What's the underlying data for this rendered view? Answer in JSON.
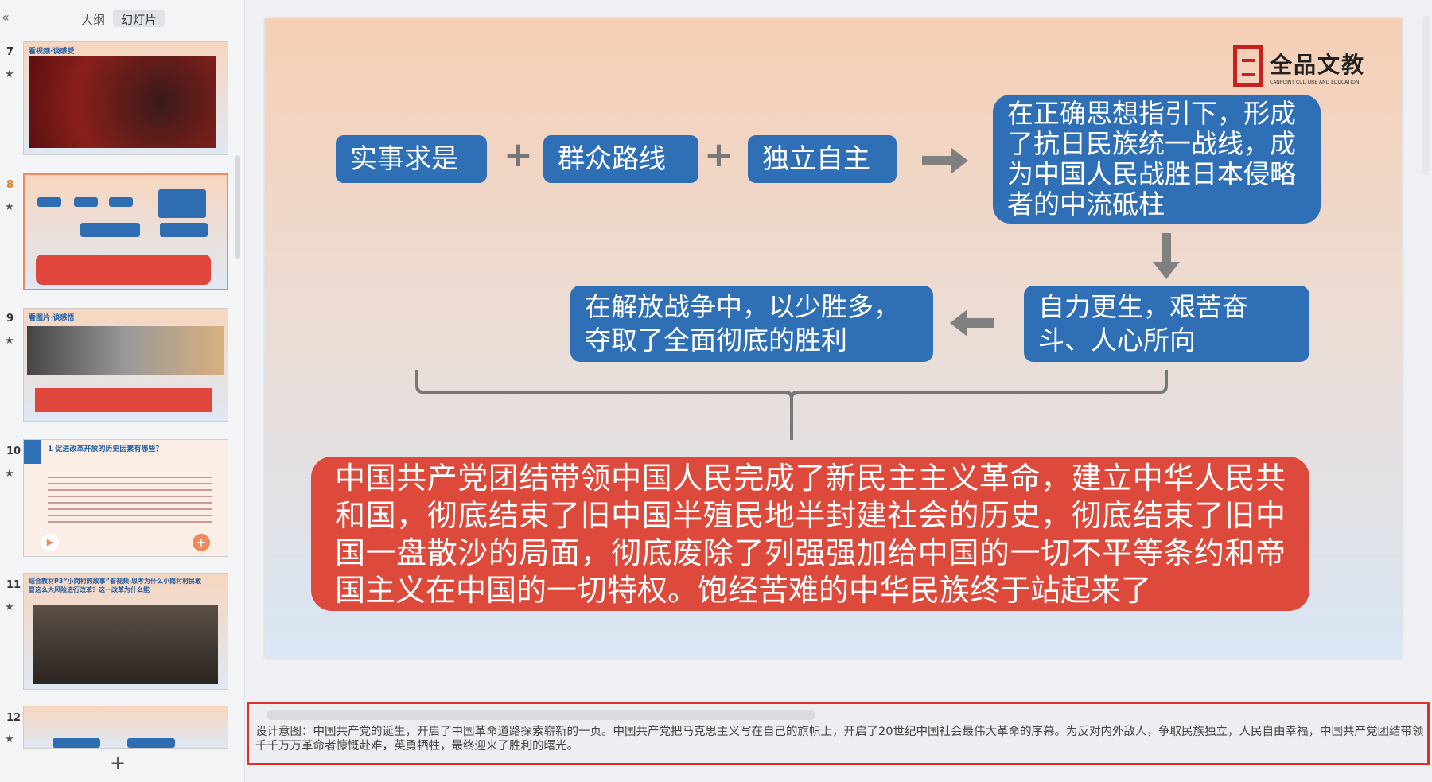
{
  "sidebar": {
    "tabs": [
      "大纲",
      "幻灯片"
    ],
    "collapse_icon": "«",
    "slides": [
      {
        "num": "7",
        "title": "看视频·谈感受"
      },
      {
        "num": "8"
      },
      {
        "num": "9",
        "title": "看图片·谈感悟"
      },
      {
        "num": "10",
        "title": "1  促进改革开放的历史因素有哪些？"
      },
      {
        "num": "11",
        "title": "结合教材P3“小岗村的故事”看视频·思考为什么小岗村村民敢冒这么大风险进行改革？这一改革为什么能"
      },
      {
        "num": "12"
      }
    ],
    "add_label": "+"
  },
  "slide": {
    "logo": {
      "name": "全品文教",
      "sub": "CANPOINT CULTURE AND EDUCATION"
    },
    "box1": "实事求是",
    "box2": "群众路线",
    "box3": "独立自主",
    "plus": "+",
    "box4": "在正确思想指引下，形成了抗日民族统一战线，成为中国人民战胜日本侵略者的中流砥柱",
    "box5": "自力更生，艰苦奋斗、人心所向",
    "box6": "在解放战争中，以少胜多，夺取了全面彻底的胜利",
    "summary": "中国共产党团结带领中国人民完成了新民主主义革命，建立中华人民共和国，彻底结束了旧中国半殖民地半封建社会的历史，彻底结束了旧中国一盘散沙的局面，彻底废除了列强强加给中国的一切不平等条约和帝国主义在中国的一切特权。饱经苦难的中华民族终于站起来了",
    "colors": {
      "blue": "#2e6fb5",
      "red": "#dd4a3c"
    }
  },
  "notes": {
    "text": "设计意图：中国共产党的诞生，开启了中国革命道路探索崭新的一页。中国共产党把马克思主义写在自己的旗帜上，开启了20世纪中国社会最伟大革命的序幕。为反对内外敌人，争取民族独立，人民自由幸福，中国共产党团结带领千千万万革命者慷慨赴难，英勇牺牲，最终迎来了胜利的曙光。"
  }
}
